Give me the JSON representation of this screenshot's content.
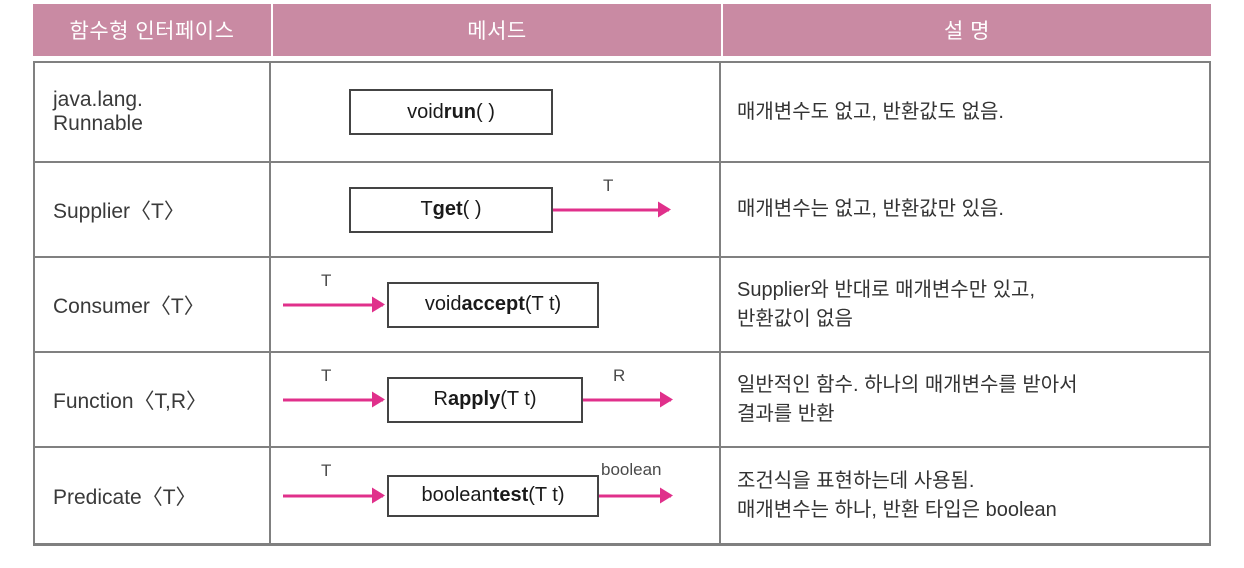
{
  "table": {
    "headers": [
      "함수형 인터페이스",
      "메서드",
      "설 명"
    ],
    "accent_header_bg": "#c98aa3",
    "accent_arrow": "#e0308b",
    "border_color": "#808080",
    "rows": [
      {
        "interface": "java.lang.\n  Runnable",
        "method": {
          "return": "void ",
          "name": "run",
          "args": "( )"
        },
        "in_label": "",
        "out_label": "",
        "description": "매개변수도 없고, 반환값도 없음."
      },
      {
        "interface": "Supplier〈T〉",
        "method": {
          "return": "T ",
          "name": "get",
          "args": "( )"
        },
        "in_label": "",
        "out_label": "T",
        "description": "매개변수는 없고, 반환값만 있음."
      },
      {
        "interface": "Consumer〈T〉",
        "method": {
          "return": "void ",
          "name": "accept",
          "args": "(T t)"
        },
        "in_label": "T",
        "out_label": "",
        "description": "Supplier와 반대로 매개변수만 있고,\n반환값이 없음"
      },
      {
        "interface": "Function〈T,R〉",
        "method": {
          "return": "R ",
          "name": "apply",
          "args": "(T t)"
        },
        "in_label": "T",
        "out_label": "R",
        "description": "일반적인 함수. 하나의 매개변수를 받아서\n결과를 반환"
      },
      {
        "interface": "Predicate〈T〉",
        "method": {
          "return": "boolean ",
          "name": "test",
          "args": "(T t)"
        },
        "in_label": "T",
        "out_label": "boolean",
        "description": "조건식을 표현하는데 사용됨.\n매개변수는 하나, 반환 타입은 boolean"
      }
    ]
  }
}
